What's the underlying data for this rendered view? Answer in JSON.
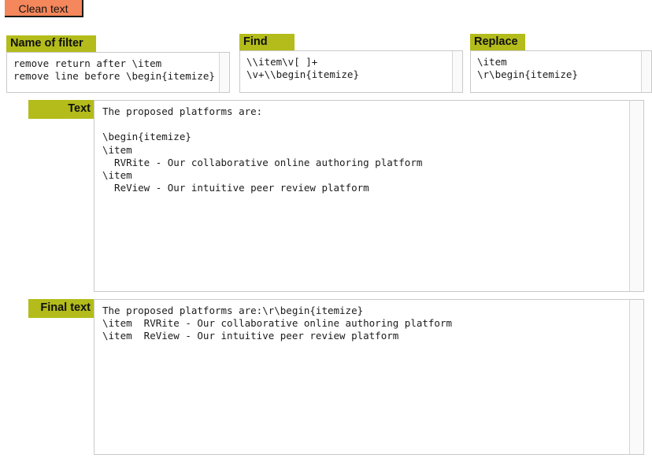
{
  "toolbar": {
    "clean_button_label": "Clean text"
  },
  "colors": {
    "accent_green": "#b3bc1a",
    "button_orange": "#f4875b",
    "box_border": "#c9c9c9",
    "text": "#1b1b1b"
  },
  "filter_row": {
    "name": {
      "label": "Name of filter",
      "value": "remove return after \\item\nremove line before \\begin{itemize}"
    },
    "find": {
      "label": "Find",
      "value": "\\\\item\\v[ ]+\n\\v+\\\\begin{itemize}"
    },
    "replace": {
      "label": "Replace",
      "value": "\\item\n\\r\\begin{itemize}"
    }
  },
  "text_area": {
    "label": "Text",
    "value": "The proposed platforms are:\n\n\\begin{itemize}\n\\item\n  RVRite - Our collaborative online authoring platform\n\\item\n  ReView - Our intuitive peer review platform"
  },
  "final_text_area": {
    "label": "Final text",
    "value": "The proposed platforms are:\\r\\begin{itemize}\n\\item  RVRite - Our collaborative online authoring platform\n\\item  ReView - Our intuitive peer review platform"
  }
}
